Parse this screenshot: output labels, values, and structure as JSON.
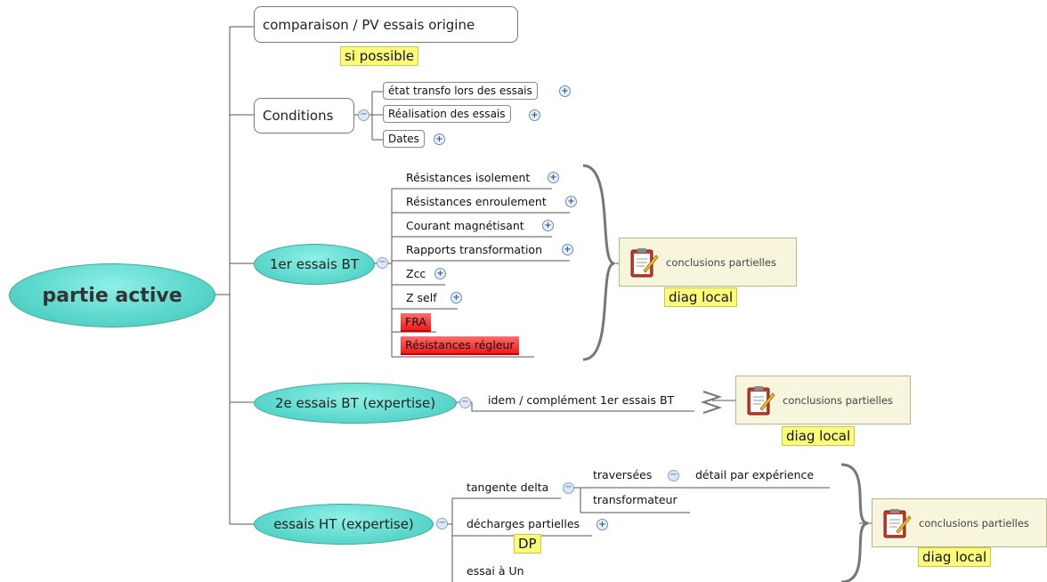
{
  "root": {
    "label": "partie active"
  },
  "branches": {
    "comparaison": {
      "label": "comparaison / PV essais origine",
      "note": "si possible"
    },
    "conditions": {
      "label": "Conditions",
      "items": [
        "état transfo lors des essais",
        "Réalisation des essais",
        "Dates"
      ]
    },
    "essais1": {
      "label": "1er essais BT",
      "items": [
        "Résistances isolement",
        "Résistances enroulement",
        "Courant magnétisant",
        "Rapports transformation",
        "Zcc",
        "Z self",
        "FRA",
        "Résistances régleur"
      ],
      "conclusion": "conclusions partielles",
      "diag": "diag local"
    },
    "essais2": {
      "label": "2e essais BT (expertise)",
      "item": "idem / complément 1er essais BT",
      "conclusion": "conclusions partielles",
      "diag": "diag local"
    },
    "essaisHT": {
      "label": "essais HT (expertise)",
      "tangente": "tangente delta",
      "traversees": "traversées",
      "detail": "détail par expérience",
      "transformateur": "transformateur",
      "decharges": "décharges partielles",
      "dp": "DP",
      "essaiUn": "essai à Un",
      "conclusion": "conclusions partielles",
      "diag": "diag local"
    }
  }
}
